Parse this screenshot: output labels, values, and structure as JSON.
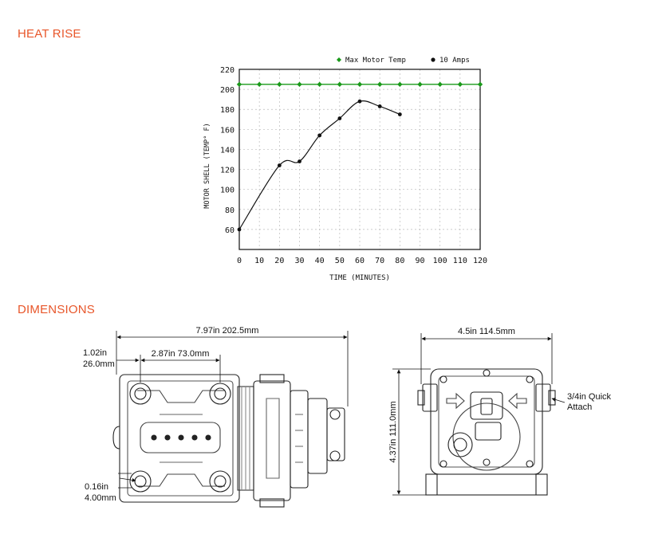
{
  "sections": {
    "heat_rise": "HEAT RISE",
    "dimensions": "DIMENSIONS"
  },
  "chart_data": {
    "type": "line",
    "title": "",
    "xlabel": "TIME (MINUTES)",
    "ylabel": "MOTOR SHELL (TEMP° F)",
    "xlim": [
      0,
      120
    ],
    "ylim": [
      40,
      220
    ],
    "xticks": [
      0,
      10,
      20,
      30,
      40,
      50,
      60,
      70,
      80,
      90,
      100,
      110,
      120
    ],
    "yticks": [
      60,
      80,
      100,
      120,
      140,
      160,
      180,
      200,
      220
    ],
    "grid": true,
    "legend": "top",
    "series": [
      {
        "name": "Max Motor Temp",
        "color": "#1a9a1a",
        "marker": "diamond",
        "x": [
          0,
          10,
          20,
          30,
          40,
          50,
          60,
          70,
          80,
          90,
          100,
          110,
          120
        ],
        "y": [
          205,
          205,
          205,
          205,
          205,
          205,
          205,
          205,
          205,
          205,
          205,
          205,
          205
        ]
      },
      {
        "name": "10 Amps",
        "color": "#111111",
        "marker": "circle",
        "x": [
          0,
          20,
          30,
          40,
          50,
          60,
          70,
          80
        ],
        "y": [
          60,
          124,
          128,
          154,
          171,
          188,
          183,
          175
        ]
      }
    ]
  },
  "dimensions": {
    "side_view": {
      "overall_length": "7.97in  202.5mm",
      "mount_offset_in": "1.02in",
      "mount_offset_mm": "26.0mm",
      "mount_spacing": "2.87in  73.0mm",
      "hole_dia_in": "0.16in",
      "hole_dia_mm": "4.00mm"
    },
    "end_view": {
      "width": "4.5in  114.5mm",
      "height": "4.37in  111.0mm",
      "port_label_1": "3/4in  Quick",
      "port_label_2": "Attach"
    }
  }
}
